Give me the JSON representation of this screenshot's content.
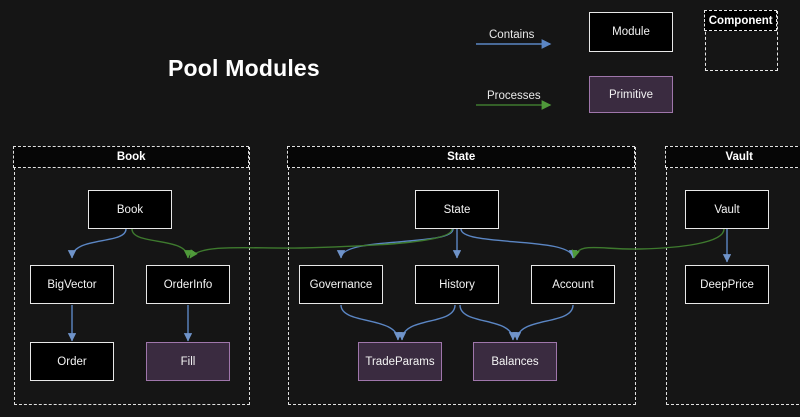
{
  "diagram": {
    "title": "Pool Modules",
    "background_color": "#151515",
    "colors": {
      "module_fill": "#000000",
      "module_border": "#e8e8e8",
      "primitive_fill": "#3a2b40",
      "primitive_border": "#9f76ab",
      "contains_edge": "#5b86c4",
      "processes_edge": "#3e7a2e",
      "container_border": "#e0e0e0",
      "text": "#f4f4f4"
    }
  },
  "legend": {
    "contains": {
      "label": "Contains",
      "color": "#5b86c4"
    },
    "processes": {
      "label": "Processes",
      "color": "#3e7a2e"
    },
    "module": {
      "label": "Module"
    },
    "primitive": {
      "label": "Primitive"
    },
    "component": {
      "label": "Component"
    }
  },
  "containers": [
    {
      "id": "book",
      "label": "Book"
    },
    {
      "id": "state",
      "label": "State"
    },
    {
      "id": "vault",
      "label": "Vault"
    }
  ],
  "nodes": {
    "book": {
      "label": "Book",
      "type": "module"
    },
    "bigvector": {
      "label": "BigVector",
      "type": "module"
    },
    "orderinfo": {
      "label": "OrderInfo",
      "type": "module"
    },
    "order": {
      "label": "Order",
      "type": "module"
    },
    "fill": {
      "label": "Fill",
      "type": "primitive"
    },
    "state": {
      "label": "State",
      "type": "module"
    },
    "governance": {
      "label": "Governance",
      "type": "module"
    },
    "history": {
      "label": "History",
      "type": "module"
    },
    "account": {
      "label": "Account",
      "type": "module"
    },
    "tradeparams": {
      "label": "TradeParams",
      "type": "primitive"
    },
    "balances": {
      "label": "Balances",
      "type": "primitive"
    },
    "vault": {
      "label": "Vault",
      "type": "module"
    },
    "deepprice": {
      "label": "DeepPrice",
      "type": "module"
    }
  },
  "edges": [
    {
      "from": "book",
      "to": "bigvector",
      "kind": "contains"
    },
    {
      "from": "book",
      "to": "orderinfo",
      "kind": "processes"
    },
    {
      "from": "bigvector",
      "to": "order",
      "kind": "contains"
    },
    {
      "from": "orderinfo",
      "to": "fill",
      "kind": "contains"
    },
    {
      "from": "state",
      "to": "governance",
      "kind": "contains"
    },
    {
      "from": "state",
      "to": "history",
      "kind": "contains"
    },
    {
      "from": "state",
      "to": "account",
      "kind": "contains"
    },
    {
      "from": "state",
      "to": "orderinfo",
      "kind": "processes"
    },
    {
      "from": "governance",
      "to": "tradeparams",
      "kind": "contains"
    },
    {
      "from": "history",
      "to": "tradeparams",
      "kind": "contains"
    },
    {
      "from": "history",
      "to": "balances",
      "kind": "contains"
    },
    {
      "from": "account",
      "to": "balances",
      "kind": "contains"
    },
    {
      "from": "vault",
      "to": "deepprice",
      "kind": "contains"
    },
    {
      "from": "vault",
      "to": "account",
      "kind": "processes"
    }
  ]
}
